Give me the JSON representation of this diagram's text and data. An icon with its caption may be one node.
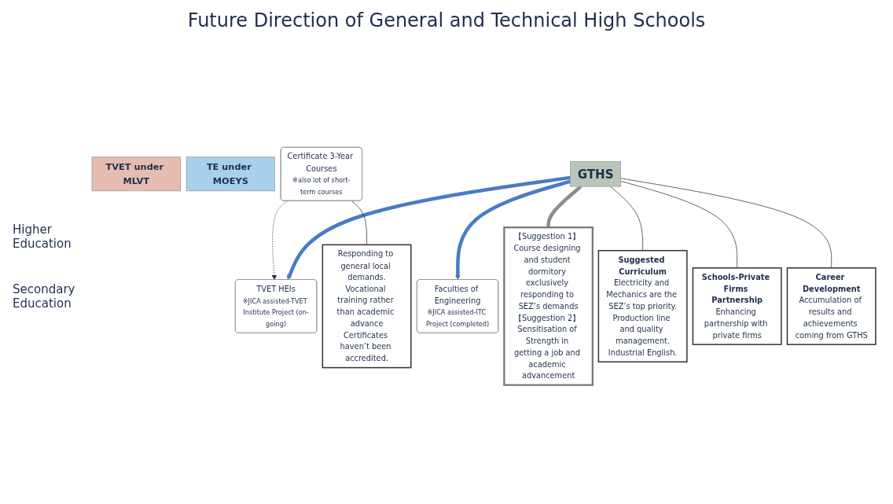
{
  "diagram": {
    "title": "Future Direction of General and Technical High Schools",
    "nodes": [
      {
        "text": [
          "TVET under MLVT"
        ]
      },
      {
        "text": [
          "TE under MOEYS"
        ]
      },
      {
        "text": [
          "TVET HEIs",
          "※JICA assisted-TVET Institute Project (on-going)"
        ]
      },
      {
        "text": [
          "Faculties of Engineering",
          "※JICA assisted-ITC Project (completed)"
        ]
      },
      {
        "text": [
          "Certificate 3-Year Courses",
          "※also lot of short-term courses"
        ]
      },
      {
        "text": [
          "GTHS"
        ]
      },
      {
        "text": [
          "Responding to general local demands.",
          "Vocational training rather than academic advance",
          "Certificates haven’t been accredited."
        ]
      },
      {
        "text": [
          "【Suggestion 1】 Course designing and student dormitory exclusively responding to SEZ’s demands",
          "【Suggestion 2】 Sensitisation of Strength in getting a job and academic advancement"
        ]
      },
      {
        "text": [
          "Suggested Curriculum",
          "Electricity and Mechanics are the SEZ’s top priority.",
          "Production line and quality management.",
          "Industrial English."
        ]
      },
      {
        "text": [
          "Schools-Private Firms Partnership",
          "Enhancing partnership with private firms"
        ]
      },
      {
        "text": [
          "Career Development",
          "Accumulation of results and achievements coming from GTHS"
        ]
      }
    ],
    "edges": [
      {
        "from": 4,
        "to": 2,
        "arrow": "to",
        "style": "dashed"
      },
      {
        "from": 5,
        "to": 2,
        "arrow": "to",
        "style": "thick",
        "color": "#4a7cc4"
      },
      {
        "from": 5,
        "to": 3,
        "arrow": "to",
        "style": "thick",
        "color": "#4a7cc4"
      },
      {
        "from": 4,
        "to": 6,
        "arrow": "none"
      },
      {
        "from": 5,
        "to": 7,
        "arrow": "none",
        "style": "thick",
        "color": "#8c8c8c"
      },
      {
        "from": 5,
        "to": 8,
        "arrow": "none"
      },
      {
        "from": 5,
        "to": 9,
        "arrow": "none"
      },
      {
        "from": 5,
        "to": 10,
        "arrow": "none"
      }
    ],
    "labels": [
      "Higher Education",
      "Secondary Education"
    ]
  }
}
